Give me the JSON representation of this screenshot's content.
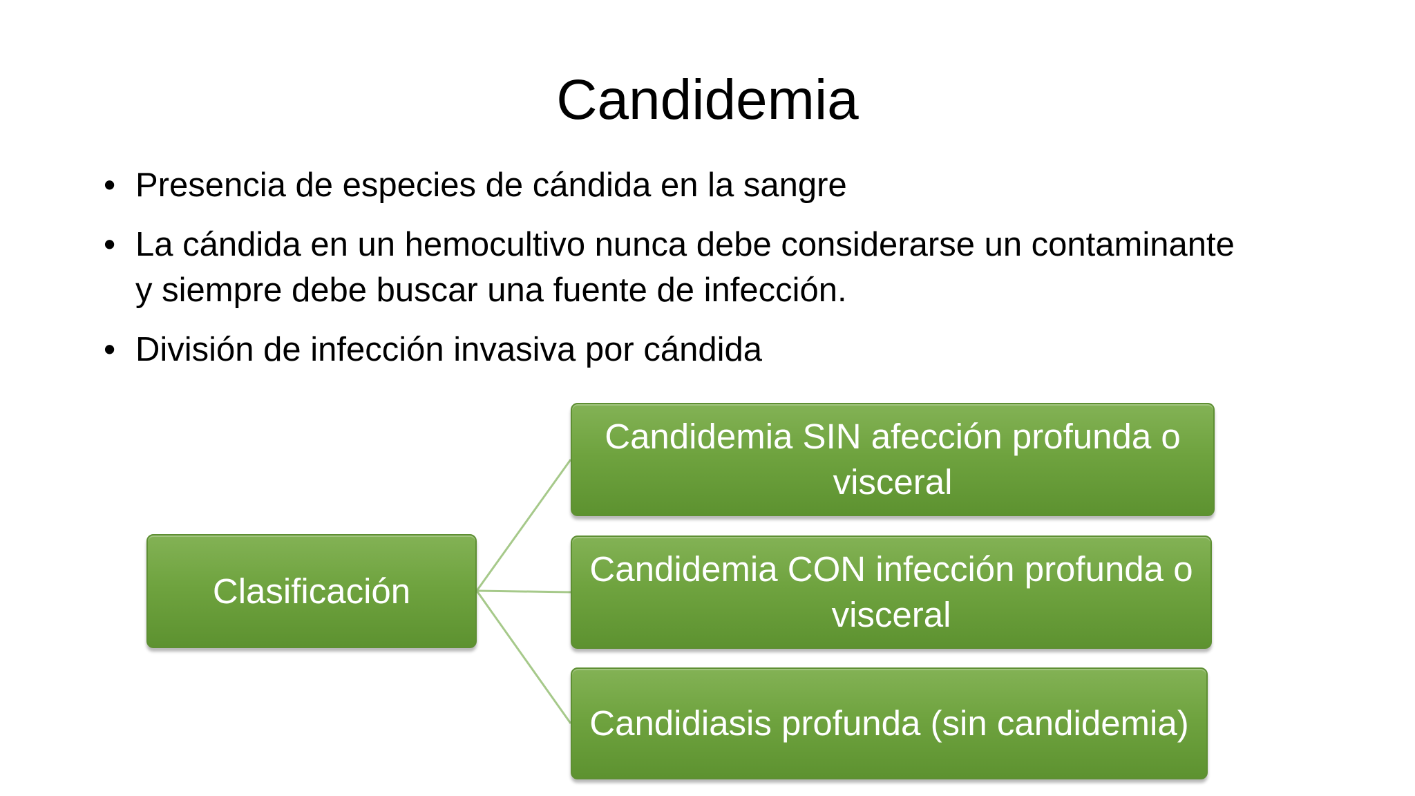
{
  "slide": {
    "title": "Candidemia",
    "bullets": [
      "Presencia de especies de cándida en la sangre",
      "La cándida en un hemocultivo nunca debe considerarse un contaminante y siempre debe buscar una fuente de infección.",
      "División de infección invasiva por cándida"
    ],
    "bullet_symbol": "•"
  },
  "diagram": {
    "root": "Clasificación",
    "children": [
      "Candidemia SIN afección profunda o visceral",
      "Candidemia CON infección profunda o visceral",
      "Candidiasis profunda (sin candidemia)"
    ],
    "colors": {
      "node_fill": "#6fa33f",
      "node_border": "#5e8f33",
      "connector": "#a6c98a",
      "node_text": "#ffffff"
    }
  }
}
